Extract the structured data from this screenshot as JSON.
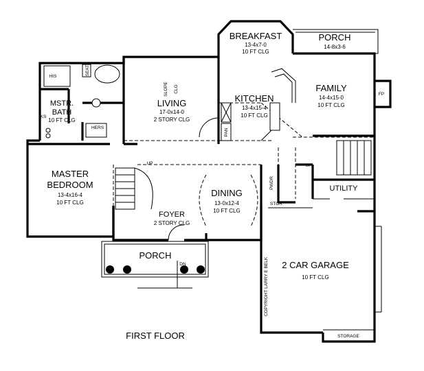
{
  "title": "FIRST FLOOR",
  "copyright": "COPYRIGHT LARRY E BELK",
  "rooms": {
    "breakfast": {
      "name": "BREAKFAST",
      "dims": "13-4x7-0",
      "clg": "10 FT CLG"
    },
    "porch_rear": {
      "name": "PORCH",
      "dims": "14-8x3-6"
    },
    "family": {
      "name": "FAMILY",
      "dims": "14-4x15-0",
      "clg": "10 FT CLG"
    },
    "kitchen": {
      "name": "KITCHEN",
      "dims": "13-4x15-4",
      "clg": "10 FT CLG"
    },
    "living": {
      "name": "LIVING",
      "dims": "17-0x14-0",
      "clg": "2 STORY CLG"
    },
    "master_bath": {
      "name_1": "MSTR.",
      "name_2": "BATH",
      "clg": "10 FT CLG"
    },
    "master_bedroom": {
      "name_1": "MASTER",
      "name_2": "BEDROOM",
      "dims": "13-4x16-4",
      "clg": "10 FT CLG"
    },
    "dining": {
      "name": "DINING",
      "dims": "13-0x12-4",
      "clg": "10 FT CLG"
    },
    "foyer": {
      "name": "FOYER",
      "clg": "2 STORY CLG"
    },
    "porch_front": {
      "name": "PORCH"
    },
    "garage": {
      "name": "2 CAR GARAGE",
      "clg": "10 FT CLG"
    },
    "utility": {
      "name": "UTILITY"
    }
  },
  "small_labels": {
    "his": "HIS",
    "seat": "SEAT",
    "hers": "HERS",
    "ks": "KS",
    "slope": "SLOPE",
    "clg": "CLG",
    "pan": "PAN",
    "fp": "FP",
    "up_main": "UP",
    "up_rear": "UP",
    "dn": "DN",
    "pwdr": "PWDR",
    "stor": "STOR",
    "storage": "STORAGE"
  }
}
